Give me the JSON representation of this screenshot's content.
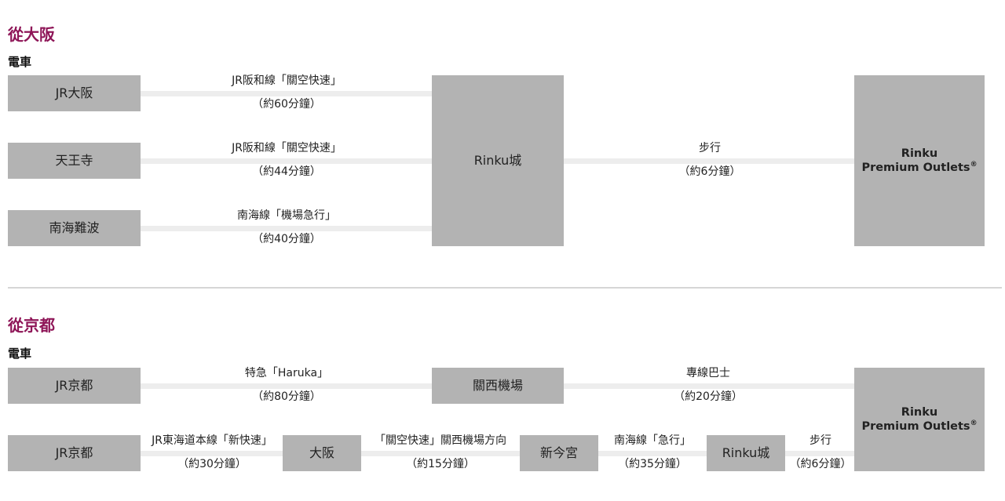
{
  "osaka": {
    "heading": "從大阪",
    "sub": "電車",
    "stations": [
      "JR大阪",
      "天王寺",
      "南海難波"
    ],
    "routes": [
      {
        "line": "JR阪和線「關空快速」",
        "time": "（約60分鐘）"
      },
      {
        "line": "JR阪和線「關空快速」",
        "time": "（約44分鐘）"
      },
      {
        "line": "南海線「機場急行」",
        "time": "（約40分鐘）"
      }
    ],
    "hub": "Rinku城",
    "walk": {
      "line": "步行",
      "time": "（約6分鐘）"
    },
    "dest": {
      "line1": "Rinku",
      "line2": "Premium Outlets",
      "mark": "®"
    }
  },
  "kyoto": {
    "heading": "從京都",
    "sub": "電車",
    "row1": {
      "start": "JR京都",
      "seg1": {
        "line": "特急「Haruka」",
        "time": "（約80分鐘）"
      },
      "mid": "關西機場",
      "seg2": {
        "line": "專線巴士",
        "time": "（約20分鐘）"
      }
    },
    "row2": {
      "start": "JR京都",
      "seg1": {
        "line": "JR東海道本線「新快速」",
        "time": "（約30分鐘）"
      },
      "stop1": "大阪",
      "seg2": {
        "line": "「關空快速」關西機場方向",
        "time": "（約15分鐘）"
      },
      "stop2": "新今宮",
      "seg3": {
        "line": "南海線「急行」",
        "time": "（約35分鐘）"
      },
      "stop3": "Rinku城",
      "seg4": {
        "line": "步行",
        "time": "（約6分鐘）"
      }
    },
    "dest": {
      "line1": "Rinku",
      "line2": "Premium Outlets",
      "mark": "®"
    }
  }
}
